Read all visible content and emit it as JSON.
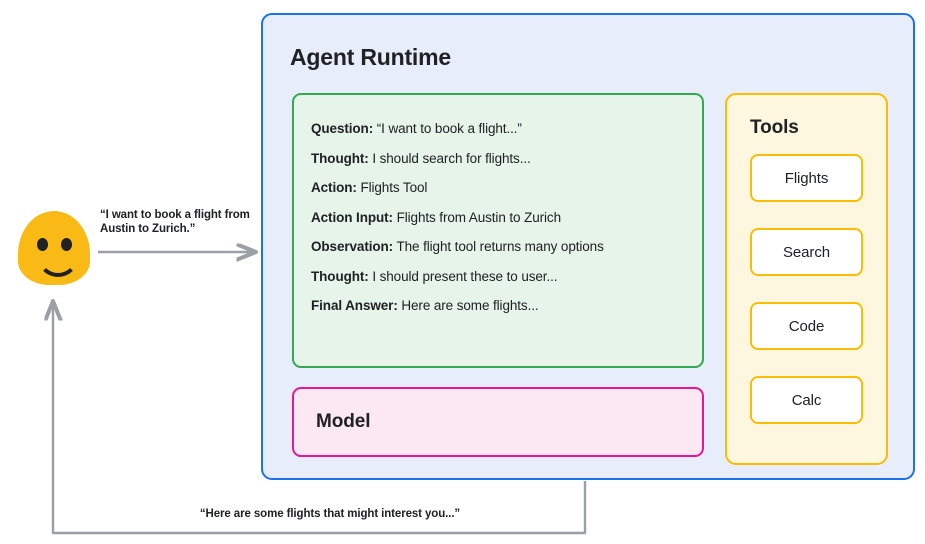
{
  "diagram": {
    "title": "Agent Runtime",
    "user": {
      "avatar_icon": "smiley-face-avatar",
      "request_text": "“I want to book a flight from Austin to Zurich.”",
      "response_text": "“Here are some flights that might interest you...”"
    },
    "reasoning_trace": {
      "lines": [
        {
          "label": "Question:",
          "value": " “I want to book a flight...”"
        },
        {
          "label": "Thought:",
          "value": " I should search for flights..."
        },
        {
          "label": "Action:",
          "value": " Flights Tool"
        },
        {
          "label": "Action Input:",
          "value": " Flights from Austin to Zurich"
        },
        {
          "label": "Observation:",
          "value": " The flight tool returns many options"
        },
        {
          "label": "Thought:",
          "value": " I should present these to user..."
        },
        {
          "label": "Final Answer:",
          "value": " Here are some flights..."
        }
      ]
    },
    "model": {
      "title": "Model"
    },
    "tools": {
      "title": "Tools",
      "items": [
        {
          "label": "Flights"
        },
        {
          "label": "Search"
        },
        {
          "label": "Code"
        },
        {
          "label": "Calc"
        }
      ]
    },
    "colors": {
      "runtime_border": "#1a73e8",
      "runtime_fill": "#e8edfb",
      "trace_border": "#34a853",
      "trace_fill": "#e6f4ea",
      "model_border": "#e5188f",
      "model_fill": "#fce8f3",
      "tools_border": "#fbbc04",
      "tools_fill": "#fef7e0",
      "avatar": "#f9ba16",
      "arrow": "#9aa0a6"
    }
  }
}
